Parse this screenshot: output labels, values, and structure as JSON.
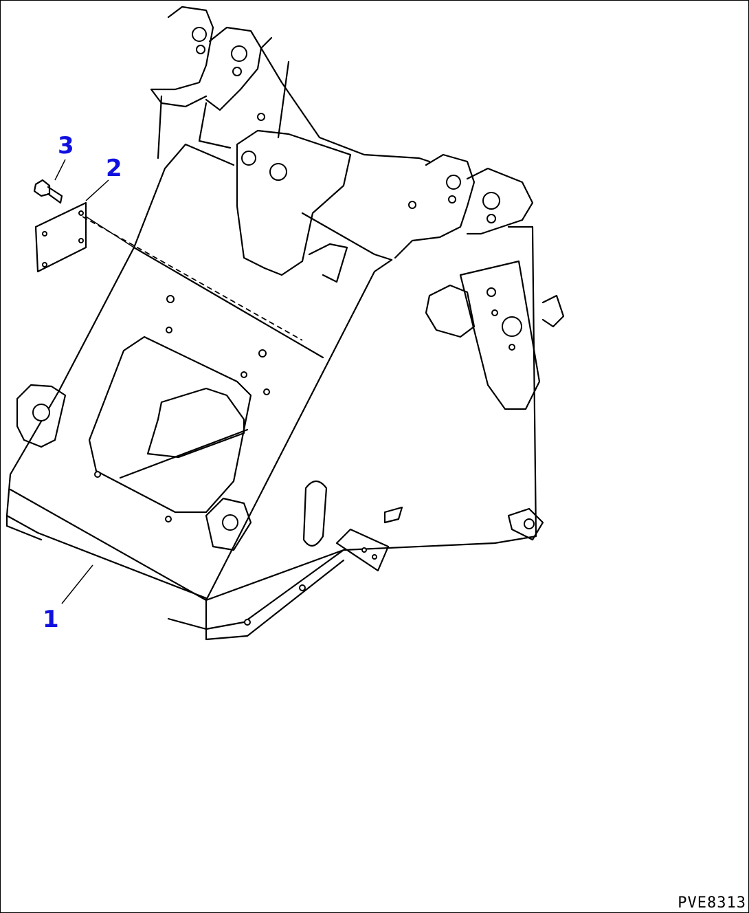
{
  "diagram": {
    "callouts": [
      {
        "number": "1",
        "part": "frame"
      },
      {
        "number": "2",
        "part": "plate"
      },
      {
        "number": "3",
        "part": "bolt"
      }
    ],
    "drawing_code": "PVE8313"
  }
}
